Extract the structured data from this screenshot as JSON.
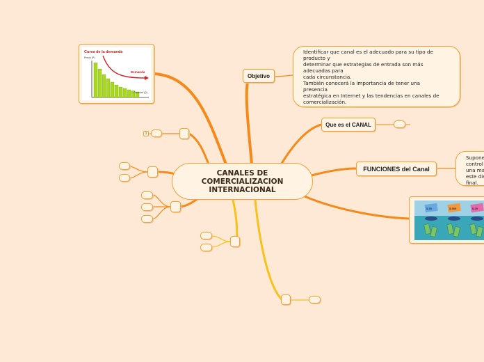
{
  "central_topic": {
    "lines": [
      "CANALES DE",
      "COMERCIALIZACION",
      "INTERNACIONAL"
    ]
  },
  "objetivo": {
    "label": "Objetivo",
    "text_lines": [
      "Identificar que canal es el adecuado para su tipo de",
      "producto y",
      "determinar que estrategias de entrada son más",
      "adecuadas para",
      "cada circunstancia.",
      "También conocerá la importancia de tener una",
      "presencia",
      "estratégica en Internet y las tendencias en canales de",
      "comercialización."
    ]
  },
  "que_es": {
    "label": "Que es el CANAL"
  },
  "funciones": {
    "label": "FUNCIONES del Canal",
    "text_lines": [
      "Supone",
      "control",
      "una ma",
      "este dis",
      "final."
    ]
  },
  "demand_chart_image": {
    "title": "Curva de la demanda",
    "ylabel": "Precio (P)",
    "series_label": "Demanda",
    "xlabel": "Cantidad (Q)",
    "bar_levels": [
      1.0,
      0.82,
      0.66,
      0.54,
      0.44,
      0.36,
      0.3,
      0.26,
      0.22,
      0.19,
      0.16
    ]
  },
  "money_image": {
    "signs": [
      "$-50",
      "$-300",
      "$-25"
    ],
    "sign_colors": [
      "#6aa9e0",
      "#f29a3a",
      "#e66aa8"
    ]
  },
  "small_number": "1",
  "colors": {
    "background": "#fde9d5",
    "node_fill": "#fff3e4",
    "node_border": "#f5a030",
    "branch_orange": "#f58a1a",
    "branch_yellow": "#f9c21a"
  }
}
